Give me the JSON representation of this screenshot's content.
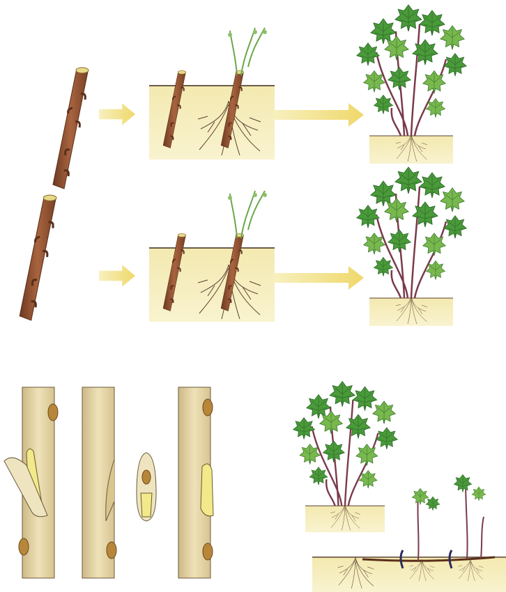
{
  "figure": {
    "panels": [
      {
        "id": "cutting-propagation-row-1",
        "stages": [
          "cutting",
          "rooted-cutting",
          "mature-bush"
        ]
      },
      {
        "id": "cutting-propagation-row-2",
        "stages": [
          "cutting",
          "rooted-cutting",
          "mature-bush"
        ]
      },
      {
        "id": "bud-grafting",
        "stages": [
          "cut-stem",
          "cut-stem-slit",
          "bud-shield",
          "inserted-bud"
        ]
      },
      {
        "id": "layering",
        "stages": [
          "mother-bush",
          "pegged-layers"
        ]
      }
    ],
    "colors": {
      "cutting_bark": "#9b5a3c",
      "cutting_bark_dark": "#6e3a22",
      "soil_box": "#f7efb4",
      "arrow": "#f0e08a",
      "leaf": "#4a9a3a",
      "leaf_dark": "#2f6e2a",
      "stem_wood": "#e6d7a6",
      "root": "#5a4030"
    }
  }
}
